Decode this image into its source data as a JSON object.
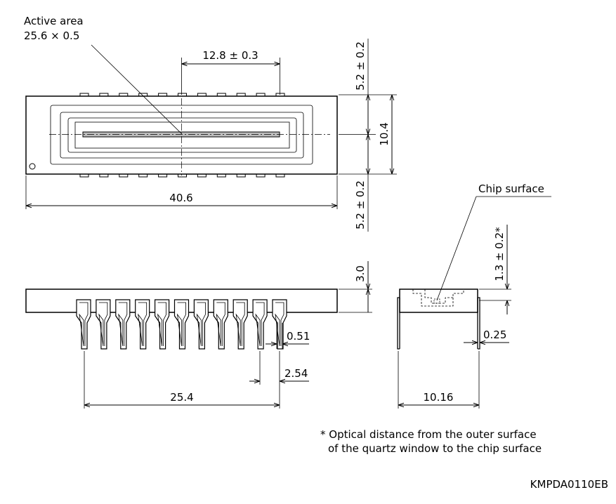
{
  "labels": {
    "active_area_title": "Active area",
    "active_area_size": "25.6 × 0.5",
    "pin_spacing_top": "12.8 ± 0.3",
    "margin_top": "5.2 ± 0.2",
    "height": "10.4",
    "margin_bottom": "5.2 ± 0.2",
    "length": "40.6",
    "chip_surface": "Chip surface",
    "optical_distance": "1.3 ± 0.2*",
    "thickness": "3.0",
    "pin_width": "0.51",
    "pin_pitch": "2.54",
    "pin_row_span": "25.4",
    "lead_thickness": "0.25",
    "row_spacing": "10.16"
  },
  "footnote": {
    "line1": "* Optical distance from the outer surface",
    "line2": "of the quartz window to the chip surface"
  },
  "drawing_code": "KMPDA0110EB"
}
